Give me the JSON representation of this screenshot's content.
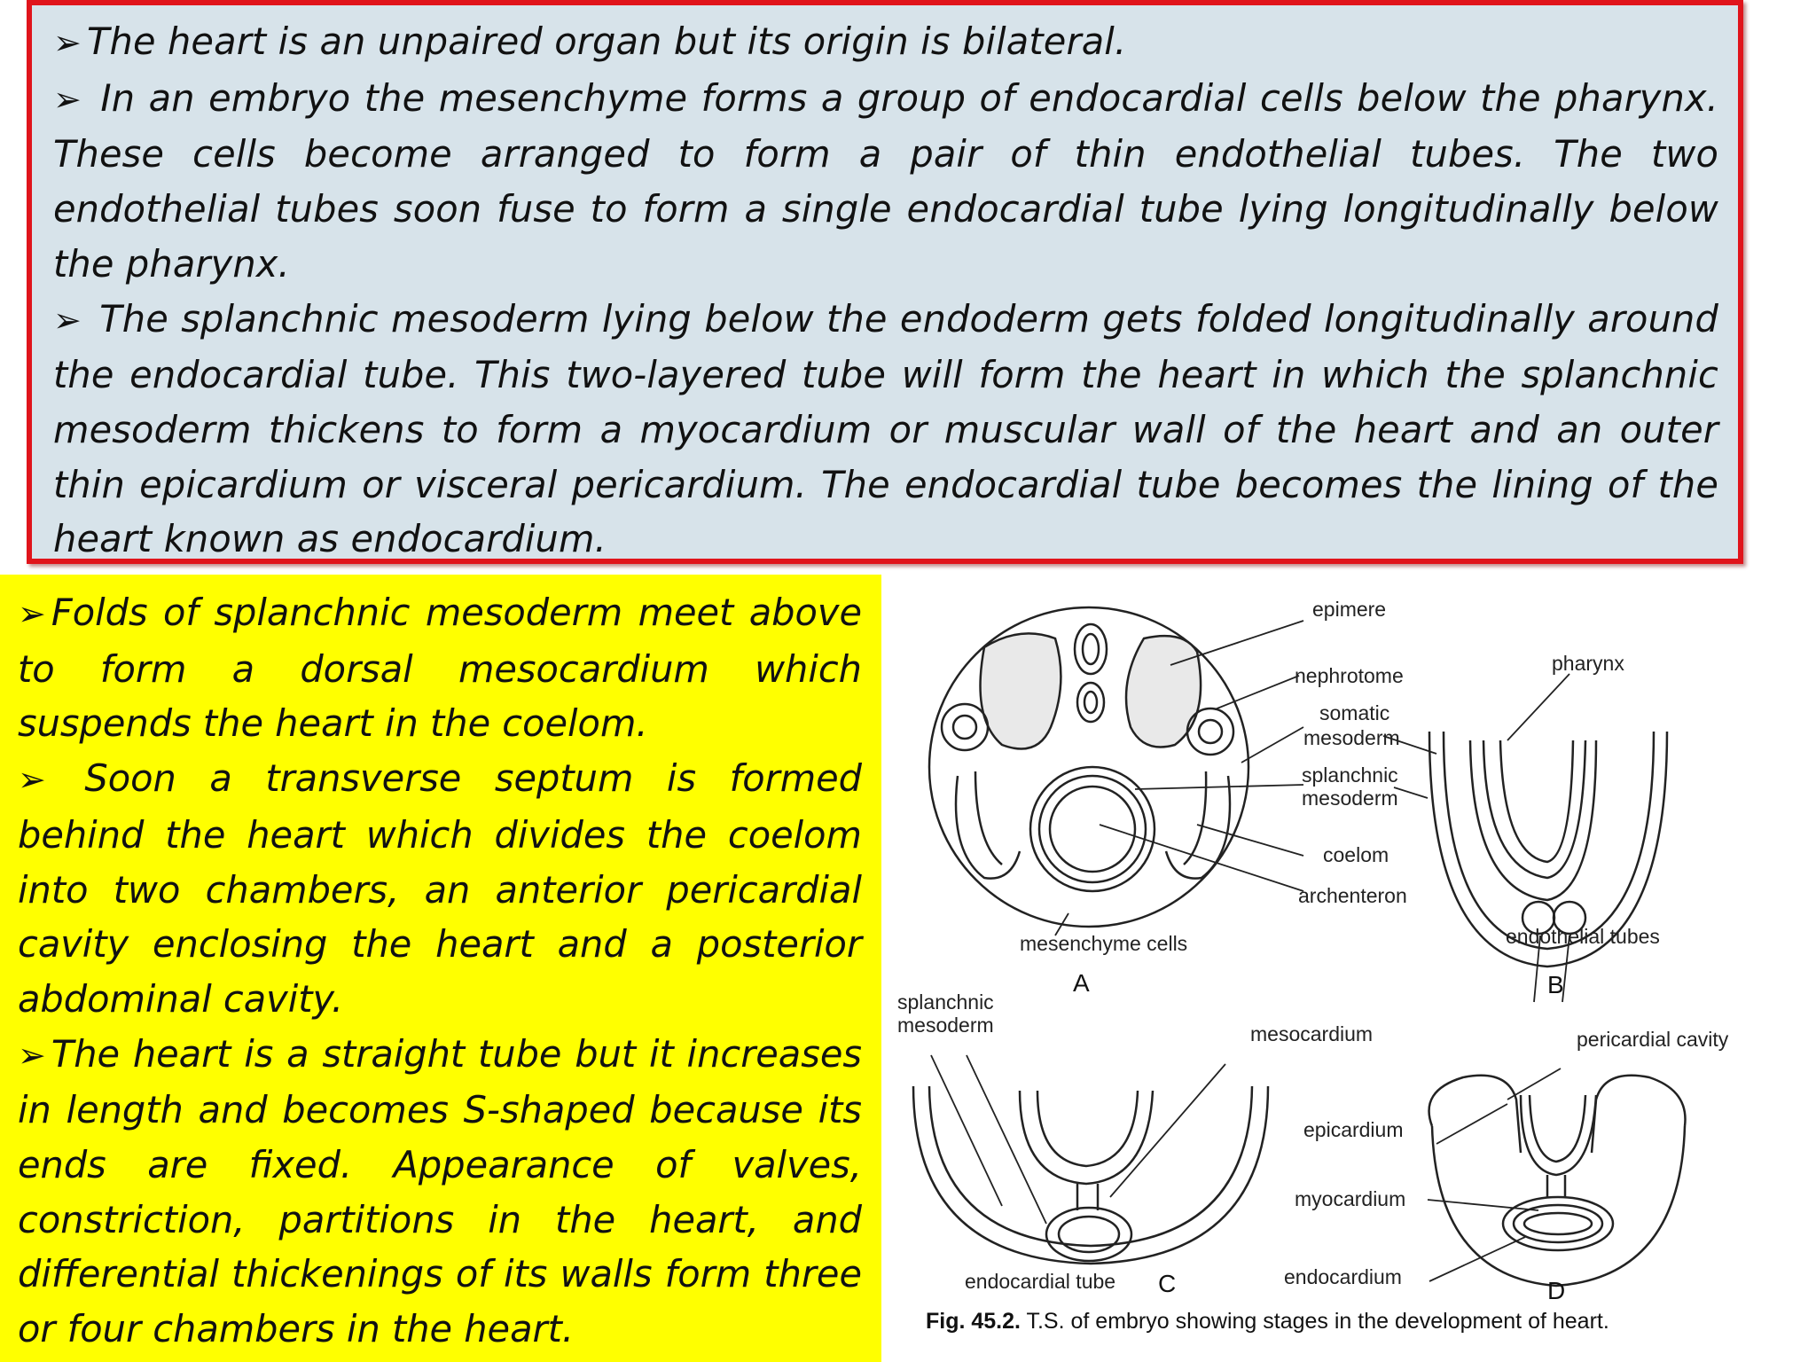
{
  "top_paragraphs": [
    "The heart is an unpaired organ but its origin is bilateral.",
    " In an embryo the mesenchyme forms a group of endocardial cells below the pharynx. These cells become arranged to form a pair of thin endothelial tubes. The two endothelial tubes soon fuse to form a single endocardial tube lying longitudinally below the pharynx.",
    " The splanchnic mesoderm lying below the endoderm gets folded longitudinally around the endocardial tube. This two-layered tube will form the heart in which the splanchnic mesoderm thickens to form a myocardium or muscular wall of the heart and an outer thin epicardium or visceral pericardium. The endocardial tube becomes the lining of the heart known as endocardium.",
    ""
  ],
  "yellow_paragraphs": [
    "Folds of splanchnic mesoderm meet above to form a dorsal mesocardium which suspends the heart in the coelom.",
    " Soon a transverse septum is formed behind the heart which divides the coelom into two chambers, an anterior pericardial cavity enclosing the heart and a posterior abdominal cavity.",
    "The heart is a straight tube but it increases in length and becomes S-shaped because its ends are fixed. Appearance of valves, constriction, partitions in the heart, and differential thickenings of its walls form three or four chambers in the heart."
  ],
  "bullet_glyph": "➢",
  "figure": {
    "labels": {
      "epimere": "epimere",
      "nephrotome": "nephrotome",
      "somatic_mesoderm_1": "somatic",
      "somatic_mesoderm_2": "mesoderm",
      "splanchnic_mesoderm_1": "splanchnic",
      "splanchnic_mesoderm_2": "mesoderm",
      "coelom": "coelom",
      "archenteron": "archenteron",
      "mesenchyme_cells": "mesenchyme cells",
      "pharynx": "pharynx",
      "endothelial_tubes": "endothelial tubes",
      "splanchnic_mesoderm_c1": "splanchnic",
      "splanchnic_mesoderm_c2": "mesoderm",
      "mesocardium": "mesocardium",
      "pericardial_cavity": "pericardial cavity",
      "epicardium": "epicardium",
      "myocardium": "myocardium",
      "endocardium": "endocardium",
      "endocardial_tube": "endocardial tube"
    },
    "panel_letters": {
      "a": "A",
      "b": "B",
      "c": "C",
      "d": "D"
    },
    "caption_bold": "Fig. 45.2.",
    "caption_text": " T.S. of embryo showing stages in the development of heart."
  }
}
